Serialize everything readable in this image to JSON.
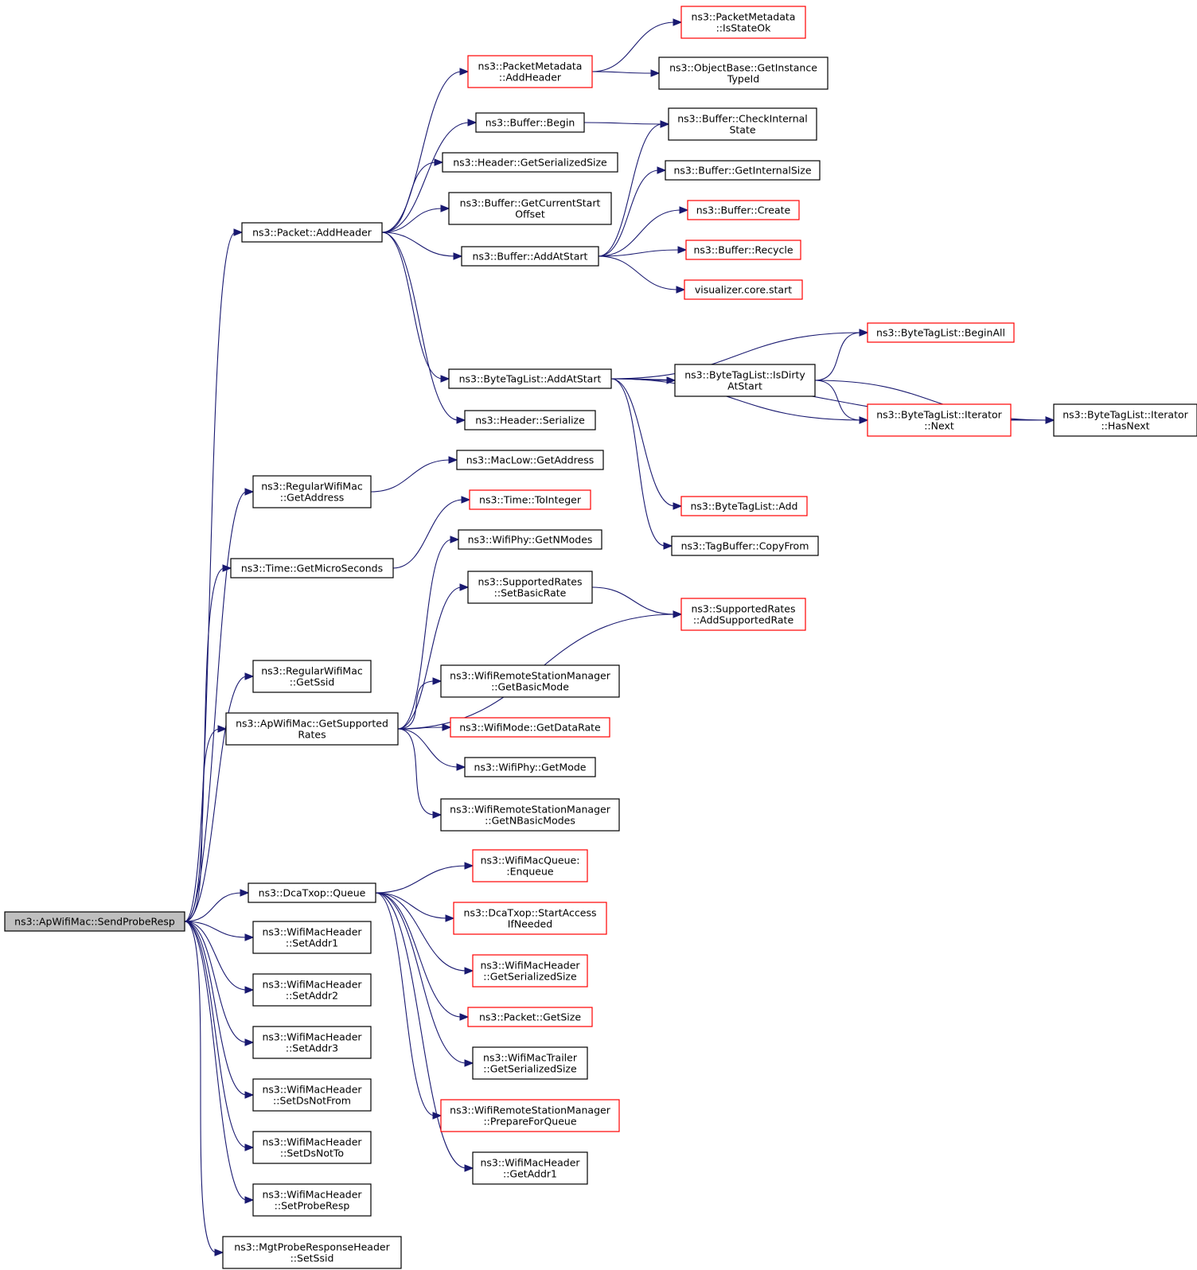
{
  "nodes": [
    {
      "id": "root",
      "lines": [
        "ns3::ApWifiMac::SendProbeResp"
      ],
      "border": "root"
    },
    {
      "id": "pkt_add",
      "lines": [
        "ns3::Packet::AddHeader"
      ],
      "border": "black"
    },
    {
      "id": "rw_addr",
      "lines": [
        "ns3::RegularWifiMac",
        "::GetAddress"
      ],
      "border": "black"
    },
    {
      "id": "t_micro",
      "lines": [
        "ns3::Time::GetMicroSeconds"
      ],
      "border": "black"
    },
    {
      "id": "rw_ssid",
      "lines": [
        "ns3::RegularWifiMac",
        "::GetSsid"
      ],
      "border": "black"
    },
    {
      "id": "ap_rates",
      "lines": [
        "ns3::ApWifiMac::GetSupported",
        "Rates"
      ],
      "border": "black"
    },
    {
      "id": "dca_q",
      "lines": [
        "ns3::DcaTxop::Queue"
      ],
      "border": "black"
    },
    {
      "id": "wh_a1",
      "lines": [
        "ns3::WifiMacHeader",
        "::SetAddr1"
      ],
      "border": "black"
    },
    {
      "id": "wh_a2",
      "lines": [
        "ns3::WifiMacHeader",
        "::SetAddr2"
      ],
      "border": "black"
    },
    {
      "id": "wh_a3",
      "lines": [
        "ns3::WifiMacHeader",
        "::SetAddr3"
      ],
      "border": "black"
    },
    {
      "id": "wh_dsfrom",
      "lines": [
        "ns3::WifiMacHeader",
        "::SetDsNotFrom"
      ],
      "border": "black"
    },
    {
      "id": "wh_dsto",
      "lines": [
        "ns3::WifiMacHeader",
        "::SetDsNotTo"
      ],
      "border": "black"
    },
    {
      "id": "wh_probe",
      "lines": [
        "ns3::WifiMacHeader",
        "::SetProbeResp"
      ],
      "border": "black"
    },
    {
      "id": "mgt_ssid",
      "lines": [
        "ns3::MgtProbeResponseHeader",
        "::SetSsid"
      ],
      "border": "black"
    },
    {
      "id": "pm_add",
      "lines": [
        "ns3::PacketMetadata",
        "::AddHeader"
      ],
      "border": "red"
    },
    {
      "id": "buf_begin",
      "lines": [
        "ns3::Buffer::Begin"
      ],
      "border": "black"
    },
    {
      "id": "hdr_size",
      "lines": [
        "ns3::Header::GetSerializedSize"
      ],
      "border": "black"
    },
    {
      "id": "buf_curoff",
      "lines": [
        "ns3::Buffer::GetCurrentStart",
        "Offset"
      ],
      "border": "black"
    },
    {
      "id": "buf_addstart",
      "lines": [
        "ns3::Buffer::AddAtStart"
      ],
      "border": "black"
    },
    {
      "id": "btl_addstart",
      "lines": [
        "ns3::ByteTagList::AddAtStart"
      ],
      "border": "black"
    },
    {
      "id": "hdr_ser",
      "lines": [
        "ns3::Header::Serialize"
      ],
      "border": "black"
    },
    {
      "id": "ml_addr",
      "lines": [
        "ns3::MacLow::GetAddress"
      ],
      "border": "black"
    },
    {
      "id": "t_toint",
      "lines": [
        "ns3::Time::ToInteger"
      ],
      "border": "red"
    },
    {
      "id": "phy_nmodes",
      "lines": [
        "ns3::WifiPhy::GetNModes"
      ],
      "border": "black"
    },
    {
      "id": "sr_basic",
      "lines": [
        "ns3::SupportedRates",
        "::SetBasicRate"
      ],
      "border": "black"
    },
    {
      "id": "wrsm_basicmode",
      "lines": [
        "ns3::WifiRemoteStationManager",
        "::GetBasicMode"
      ],
      "border": "black"
    },
    {
      "id": "wm_datarate",
      "lines": [
        "ns3::WifiMode::GetDataRate"
      ],
      "border": "red"
    },
    {
      "id": "phy_mode",
      "lines": [
        "ns3::WifiPhy::GetMode"
      ],
      "border": "black"
    },
    {
      "id": "wrsm_nbasic",
      "lines": [
        "ns3::WifiRemoteStationManager",
        "::GetNBasicModes"
      ],
      "border": "black"
    },
    {
      "id": "wmq_enq",
      "lines": [
        "ns3::WifiMacQueue:",
        ":Enqueue"
      ],
      "border": "red"
    },
    {
      "id": "dca_start",
      "lines": [
        "ns3::DcaTxop::StartAccess",
        "IfNeeded"
      ],
      "border": "red"
    },
    {
      "id": "wh_sersize",
      "lines": [
        "ns3::WifiMacHeader",
        "::GetSerializedSize"
      ],
      "border": "red"
    },
    {
      "id": "pkt_size",
      "lines": [
        "ns3::Packet::GetSize"
      ],
      "border": "red"
    },
    {
      "id": "wt_sersize",
      "lines": [
        "ns3::WifiMacTrailer",
        "::GetSerializedSize"
      ],
      "border": "black"
    },
    {
      "id": "wrsm_prep",
      "lines": [
        "ns3::WifiRemoteStationManager",
        "::PrepareForQueue"
      ],
      "border": "red"
    },
    {
      "id": "wh_getaddr1",
      "lines": [
        "ns3::WifiMacHeader",
        "::GetAddr1"
      ],
      "border": "black"
    },
    {
      "id": "pm_isok",
      "lines": [
        "ns3::PacketMetadata",
        "::IsStateOk"
      ],
      "border": "red"
    },
    {
      "id": "ob_typeid",
      "lines": [
        "ns3::ObjectBase::GetInstance",
        "TypeId"
      ],
      "border": "black"
    },
    {
      "id": "buf_check",
      "lines": [
        "ns3::Buffer::CheckInternal",
        "State"
      ],
      "border": "black"
    },
    {
      "id": "buf_intsize",
      "lines": [
        "ns3::Buffer::GetInternalSize"
      ],
      "border": "black"
    },
    {
      "id": "buf_create",
      "lines": [
        "ns3::Buffer::Create"
      ],
      "border": "red"
    },
    {
      "id": "buf_recycle",
      "lines": [
        "ns3::Buffer::Recycle"
      ],
      "border": "red"
    },
    {
      "id": "viz_start",
      "lines": [
        "visualizer.core.start"
      ],
      "border": "red"
    },
    {
      "id": "btl_beginall",
      "lines": [
        "ns3::ByteTagList::BeginAll"
      ],
      "border": "red"
    },
    {
      "id": "btl_isdirty",
      "lines": [
        "ns3::ByteTagList::IsDirty",
        "AtStart"
      ],
      "border": "black"
    },
    {
      "id": "btl_next",
      "lines": [
        "ns3::ByteTagList::Iterator",
        "::Next"
      ],
      "border": "red"
    },
    {
      "id": "btl_hasnext",
      "lines": [
        "ns3::ByteTagList::Iterator",
        "::HasNext"
      ],
      "border": "black"
    },
    {
      "id": "btl_add",
      "lines": [
        "ns3::ByteTagList::Add"
      ],
      "border": "red"
    },
    {
      "id": "tb_copy",
      "lines": [
        "ns3::TagBuffer::CopyFrom"
      ],
      "border": "black"
    }
  ],
  "edges": [
    [
      "root",
      "pkt_add"
    ],
    [
      "root",
      "rw_addr"
    ],
    [
      "root",
      "t_micro"
    ],
    [
      "root",
      "rw_ssid"
    ],
    [
      "root",
      "ap_rates"
    ],
    [
      "root",
      "dca_q"
    ],
    [
      "root",
      "wh_a1"
    ],
    [
      "root",
      "wh_a2"
    ],
    [
      "root",
      "wh_a3"
    ],
    [
      "root",
      "wh_dsfrom"
    ],
    [
      "root",
      "wh_dsto"
    ],
    [
      "root",
      "wh_probe"
    ],
    [
      "root",
      "mgt_ssid"
    ],
    [
      "pkt_add",
      "pm_add"
    ],
    [
      "pkt_add",
      "buf_begin"
    ],
    [
      "pkt_add",
      "hdr_size"
    ],
    [
      "pkt_add",
      "buf_curoff"
    ],
    [
      "pkt_add",
      "buf_addstart"
    ],
    [
      "pkt_add",
      "btl_addstart"
    ],
    [
      "pkt_add",
      "hdr_ser"
    ],
    [
      "pm_add",
      "pm_isok"
    ],
    [
      "pm_add",
      "ob_typeid"
    ],
    [
      "buf_begin",
      "buf_check"
    ],
    [
      "buf_addstart",
      "buf_check"
    ],
    [
      "buf_addstart",
      "buf_intsize"
    ],
    [
      "buf_addstart",
      "buf_create"
    ],
    [
      "buf_addstart",
      "buf_recycle"
    ],
    [
      "buf_addstart",
      "viz_start"
    ],
    [
      "btl_addstart",
      "btl_beginall"
    ],
    [
      "btl_addstart",
      "btl_isdirty"
    ],
    [
      "btl_addstart",
      "btl_next"
    ],
    [
      "btl_addstart",
      "btl_hasnext"
    ],
    [
      "btl_addstart",
      "btl_add"
    ],
    [
      "btl_addstart",
      "tb_copy"
    ],
    [
      "btl_isdirty",
      "btl_beginall"
    ],
    [
      "btl_isdirty",
      "btl_next"
    ],
    [
      "btl_isdirty",
      "btl_hasnext"
    ],
    [
      "btl_next",
      "btl_hasnext"
    ],
    [
      "rw_addr",
      "ml_addr"
    ],
    [
      "t_micro",
      "t_toint"
    ],
    [
      "ap_rates",
      "phy_nmodes"
    ],
    [
      "ap_rates",
      "sr_basic"
    ],
    [
      "ap_rates",
      "sr_add"
    ],
    [
      "ap_rates",
      "wrsm_basicmode"
    ],
    [
      "ap_rates",
      "wm_datarate"
    ],
    [
      "ap_rates",
      "phy_mode"
    ],
    [
      "ap_rates",
      "wrsm_nbasic"
    ],
    [
      "sr_basic",
      "sr_add"
    ],
    [
      "dca_q",
      "wmq_enq"
    ],
    [
      "dca_q",
      "dca_start"
    ],
    [
      "dca_q",
      "wh_sersize"
    ],
    [
      "dca_q",
      "pkt_size"
    ],
    [
      "dca_q",
      "wt_sersize"
    ],
    [
      "dca_q",
      "wrsm_prep"
    ],
    [
      "dca_q",
      "wh_getaddr1"
    ]
  ],
  "extra_nodes": [
    {
      "id": "sr_add",
      "lines": [
        "ns3::SupportedRates",
        "::AddSupportedRate"
      ],
      "border": "red"
    }
  ]
}
